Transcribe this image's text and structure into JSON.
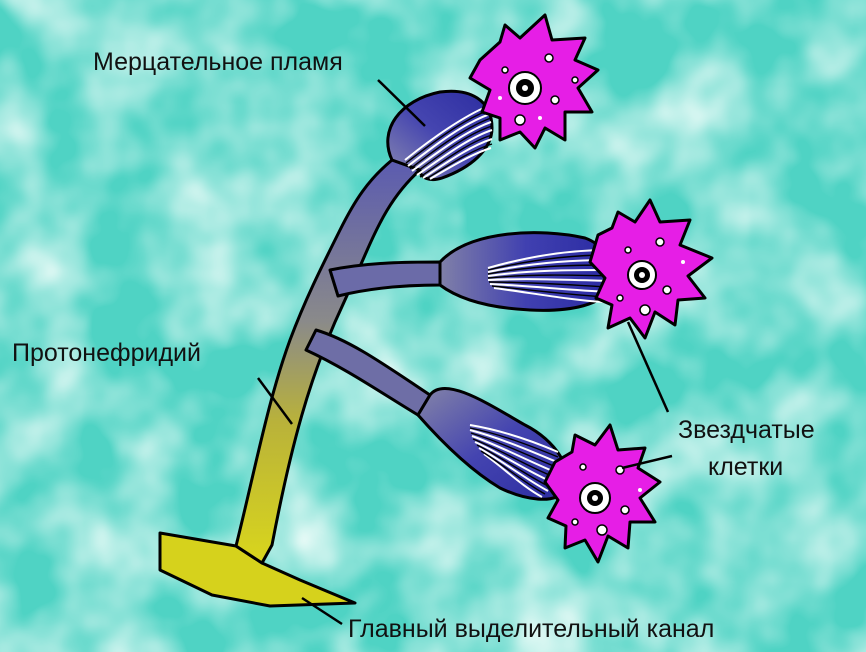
{
  "labels": {
    "flame": "Мерцательное пламя",
    "protonephridium": "Протонефридий",
    "stellate_line1": "Звездчатые",
    "stellate_line2": "клетки",
    "main_canal": "Главный выделительный канал"
  },
  "colors": {
    "background": "#4fd3c4",
    "flame_cell_pink": "#e61ee6",
    "bulb_blue": "#3f3fa8",
    "duct_yellow": "#d4d21e",
    "cilia": "#ffffff"
  }
}
